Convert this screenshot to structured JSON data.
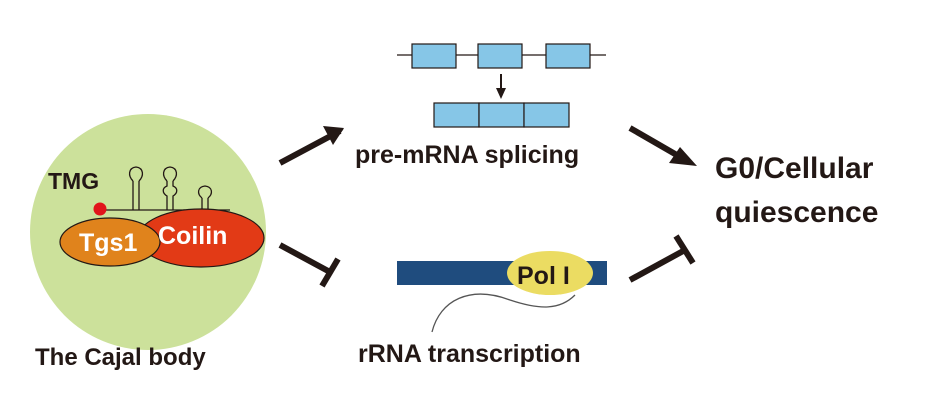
{
  "colors": {
    "cajal_body": "#cce19b",
    "tgs1": "#e0831c",
    "coilin": "#e23a16",
    "tmg_dot": "#e1141b",
    "exon": "#86c6e7",
    "rdna": "#1f4c7e",
    "pol_i": "#ebdc62",
    "ink": "#231815"
  },
  "cajal_body": {
    "label": "The Cajal body",
    "tmg_label": "TMG",
    "tgs1_label": "Tgs1",
    "coilin_label": "Coilin"
  },
  "splicing": {
    "label": "pre-mRNA splicing",
    "pre_mrna_exons": 3,
    "mature_mrna_exons": 3
  },
  "transcription": {
    "label": "rRNA transcription",
    "polymerase_label": "Pol I"
  },
  "outcome": {
    "line1": "G0/Cellular",
    "line2": "quiescence"
  },
  "edges": [
    {
      "from": "cajal_body",
      "to": "splicing",
      "type": "activation"
    },
    {
      "from": "splicing",
      "to": "outcome",
      "type": "activation"
    },
    {
      "from": "cajal_body",
      "to": "transcription",
      "type": "inhibition"
    },
    {
      "from": "transcription",
      "to": "outcome",
      "type": "inhibition"
    }
  ]
}
